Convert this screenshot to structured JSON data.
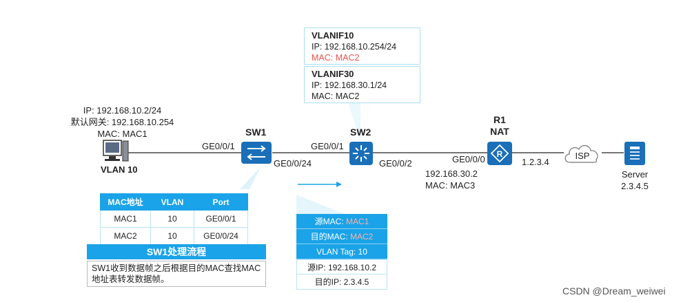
{
  "pc": {
    "ip": "IP: 192.168.10.2/24",
    "gateway": "默认网关: 192.168.10.254",
    "mac": "MAC: MAC1",
    "vlan": "VLAN 10"
  },
  "sw1": {
    "name": "SW1",
    "port_left": "GE0/0/1",
    "port_right": "GE0/0/24"
  },
  "sw2": {
    "name": "SW2",
    "port_left": "GE0/0/1",
    "port_right": "GE0/0/2",
    "vlanif10": {
      "title": "VLANIF10",
      "ip": "IP: 192.168.10.254/24",
      "mac": "MAC: MAC2"
    },
    "vlanif30": {
      "title": "VLANIF30",
      "ip": "IP: 192.168.30.1/24",
      "mac": "MAC: MAC2"
    }
  },
  "r1": {
    "name": "R1",
    "role": "NAT",
    "port": "GE0/0/0",
    "ip": "192.168.30.2",
    "mac": "MAC: MAC3",
    "wan_ip": "1.2.3.4"
  },
  "isp": {
    "label": "ISP"
  },
  "server": {
    "label": "Server",
    "ip": "2.3.4.5"
  },
  "mac_table": {
    "headers": [
      "MAC地址",
      "VLAN",
      "Port"
    ],
    "rows": [
      [
        "MAC1",
        "10",
        "GE0/0/1"
      ],
      [
        "MAC2",
        "10",
        "GE0/0/24"
      ]
    ]
  },
  "process": {
    "title": "SW1处理流程",
    "text": "SW1收到数据帧之后根据目的MAC查找MAC地址表转发数据帧。"
  },
  "packet": {
    "src_mac_label": "源MAC: ",
    "src_mac": "MAC1",
    "dst_mac_label": "目的MAC: ",
    "dst_mac": "MAC2",
    "vlan_tag": "VLAN Tag: 10",
    "src_ip": "源IP: 192.168.10.2",
    "dst_ip": "目的IP: 2.3.4.5"
  },
  "colors": {
    "accent": "#1aa3e8",
    "highlight": "#e8544f",
    "device": "#1a6fb8"
  },
  "watermark": "CSDN @Dream_weiwei"
}
